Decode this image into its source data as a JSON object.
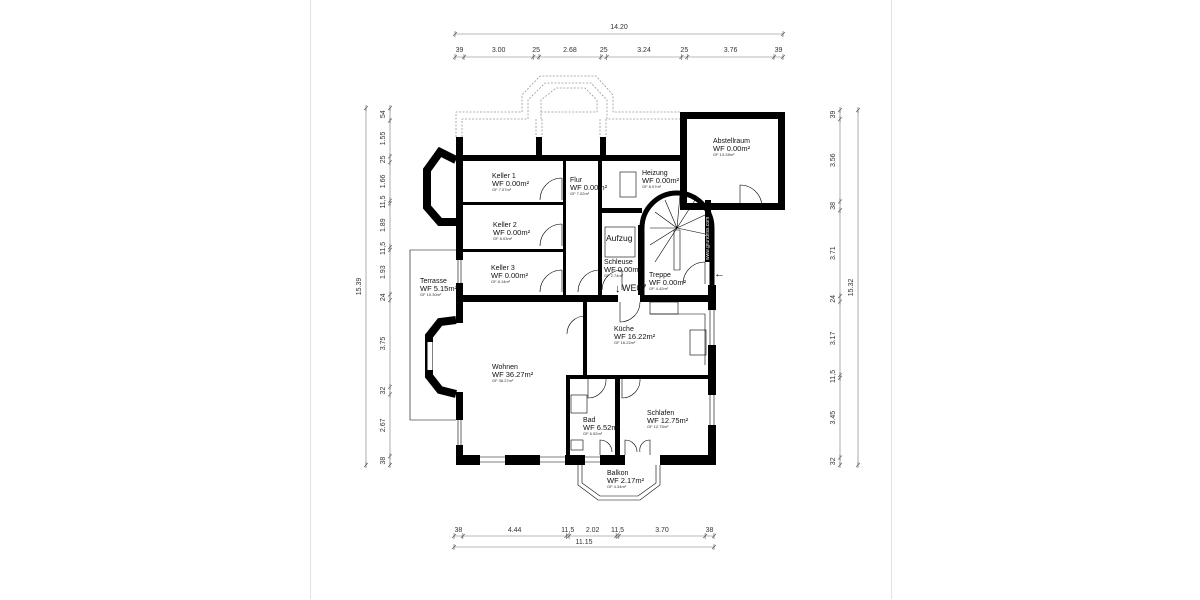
{
  "rooms": [
    {
      "name": "Abstellraum",
      "wf": "WF 0.00m²",
      "gf": "GF 13.28m²"
    },
    {
      "name": "Keller 1",
      "wf": "WF 0.00m²",
      "gf": "GF 7.07m²"
    },
    {
      "name": "Flur",
      "wf": "WF 0.00m²",
      "gf": "GF 7.02m²"
    },
    {
      "name": "Heizung",
      "wf": "WF 0.00m²",
      "gf": "GF 8.07m²"
    },
    {
      "name": "Keller 2",
      "wf": "WF 0.00m²",
      "gf": "GF 8.03m²"
    },
    {
      "name": "Keller 3",
      "wf": "WF 0.00m²",
      "gf": "GF 8.14m²"
    },
    {
      "name": "Schleuse",
      "wf": "WF 0.00m²",
      "gf": "GF 2.74m²"
    },
    {
      "name": "Treppe",
      "wf": "WF 0.00m²",
      "gf": "GF 4.42m²"
    },
    {
      "name": "Terrasse",
      "wf": "WF 5.15m²",
      "gf": "GF 10.30m²"
    },
    {
      "name": "Küche",
      "wf": "WF 16.22m²",
      "gf": "GF 16.22m²"
    },
    {
      "name": "Wohnen",
      "wf": "WF 36.27m²",
      "gf": "GF 36.27m²"
    },
    {
      "name": "Bad",
      "wf": "WF 6.52m²",
      "gf": "GF 6.52m²"
    },
    {
      "name": "Schlafen",
      "wf": "WF 12.75m²",
      "gf": "GF 12.75m²"
    },
    {
      "name": "Balkon",
      "wf": "WF 2.17m²",
      "gf": "GF 4.34m²"
    }
  ],
  "labels": {
    "aufzug": "Aufzug",
    "entrance": "WE07",
    "watermark": "www.grundriss.com"
  },
  "dimensions": {
    "top": {
      "total": "14.20",
      "segments": [
        "39",
        "3.00",
        "25",
        "2.68",
        "25",
        "3.24",
        "25",
        "3.76",
        "39"
      ]
    },
    "left": {
      "total": "15.39",
      "segments": [
        "54",
        "1.55",
        "25",
        "1.66",
        "11,5",
        "1.89",
        "11,5",
        "1.93",
        "24",
        "3.75",
        "32",
        "2.67",
        "38"
      ]
    },
    "right": {
      "total": "15.32",
      "segments": [
        "39",
        "3.56",
        "38",
        "3.71",
        "24",
        "3.17",
        "11,5",
        "3.45",
        "32"
      ]
    },
    "bottom": {
      "total": "11.15",
      "segments": [
        "38",
        "4.44",
        "11,5",
        "2.02",
        "11,5",
        "3.70",
        "38"
      ]
    }
  }
}
